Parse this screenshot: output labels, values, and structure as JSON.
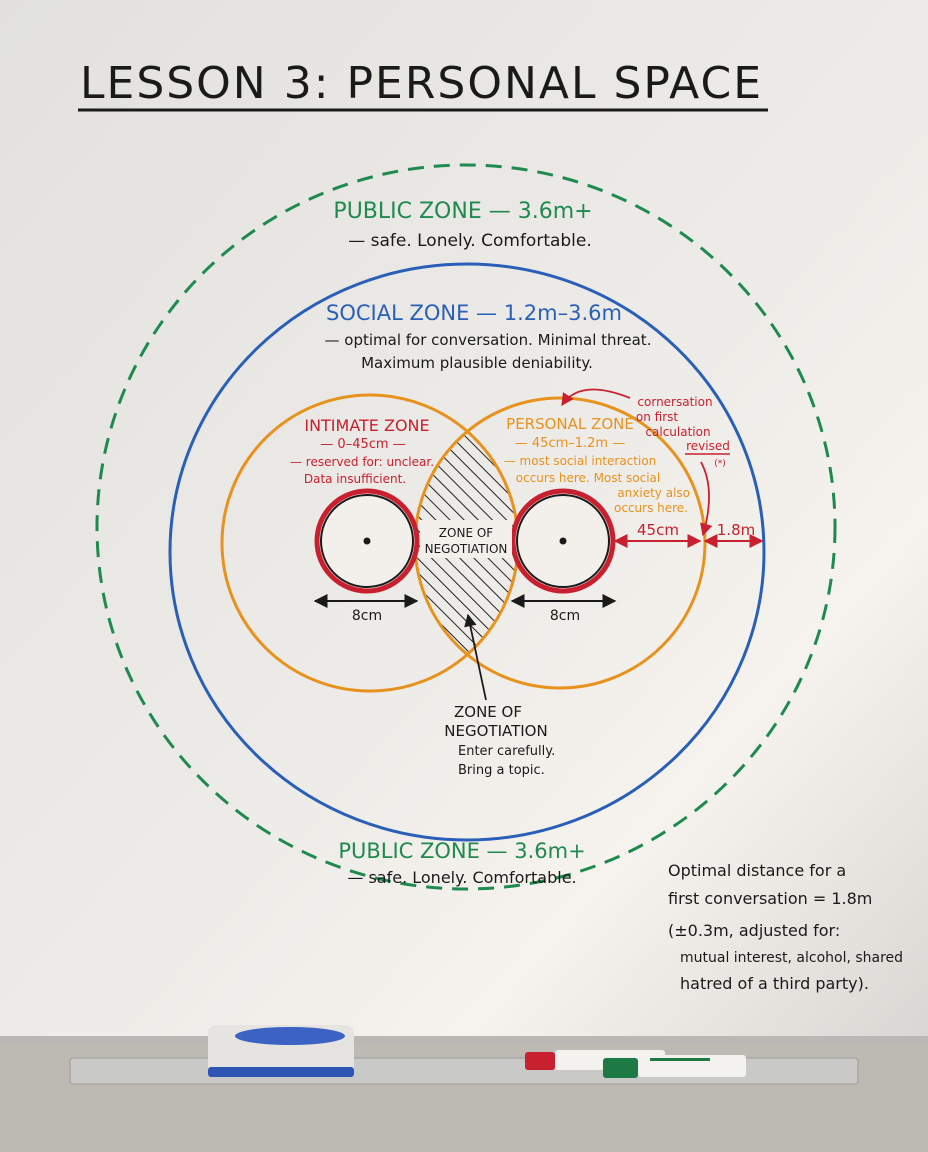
{
  "title": "LESSON 3: PERSONAL SPACE",
  "public_zone_top": {
    "heading": "PUBLIC ZONE — 3.6m+",
    "desc": "— safe. Lonely. Comfortable."
  },
  "public_zone_bottom": {
    "heading": "PUBLIC ZONE — 3.6m+",
    "desc": "— safe. Lonely. Comfortable."
  },
  "social_zone": {
    "heading": "SOCIAL ZONE — 1.2m–3.6m",
    "lines": [
      "— optimal for conversation. Minimal threat.",
      "Maximum plausible deniability."
    ]
  },
  "intimate_zone": {
    "heading": "INTIMATE ZONE",
    "range": "— 0–45cm —",
    "lines": [
      "— reserved for: unclear.",
      "Data insufficient."
    ]
  },
  "personal_zone": {
    "heading": "PERSONAL ZONE",
    "range": "— 45cm–1.2m —",
    "lines": [
      "— most social interaction",
      "occurs here. Most social",
      "anxiety also",
      "occurs here."
    ]
  },
  "annotation": {
    "lines": [
      "cornersation",
      "on first",
      "calculation",
      "revised",
      "(*)"
    ]
  },
  "measurements": {
    "personal": "45cm",
    "social": "1.8m",
    "left_person": "8cm",
    "right_person": "8cm"
  },
  "negotiation_inner": [
    "ZONE OF",
    "NEGOTIATION"
  ],
  "negotiation_label": {
    "heading": [
      "ZONE OF",
      "NEGOTIATION"
    ],
    "lines": [
      "Enter carefully.",
      "Bring a topic."
    ]
  },
  "note": {
    "lines": [
      "Optimal distance for a",
      "first conversation = 1.8m",
      "(±0.3m, adjusted for:",
      "mutual interest, alcohol, shared",
      "hatred of a third party)."
    ]
  },
  "colors": {
    "green": "#1e8a4e",
    "blue": "#2a5fb8",
    "orange": "#e8921e",
    "red": "#c8202e",
    "ink": "#1a1a1a"
  }
}
